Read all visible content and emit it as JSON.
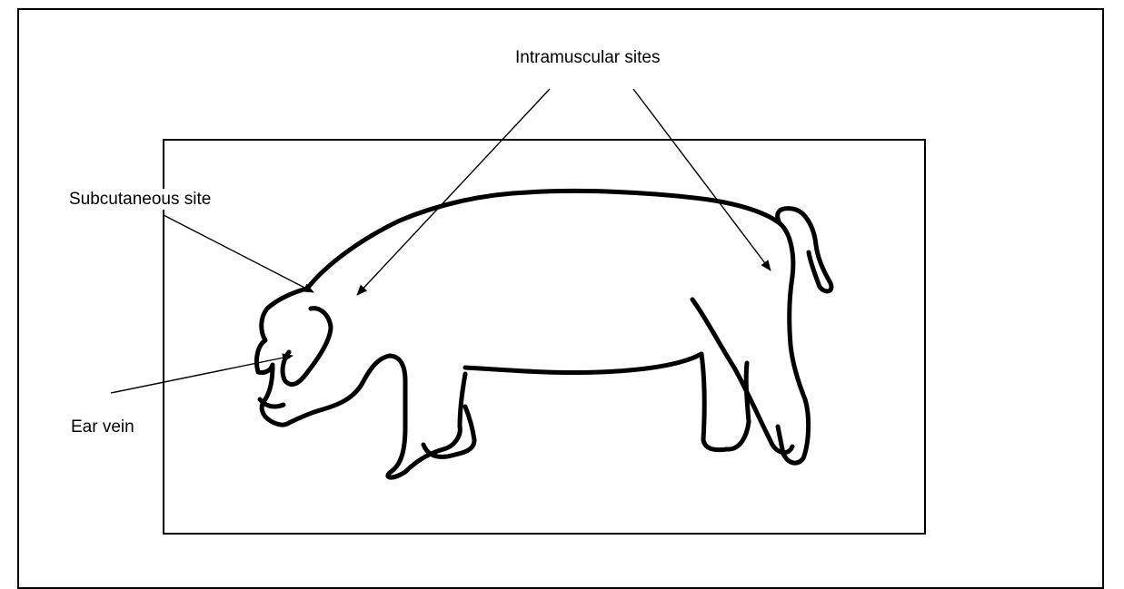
{
  "labels": {
    "intramuscular": "Intramuscular sites",
    "subcutaneous": "Subcutaneous site",
    "ear_vein": "Ear vein"
  },
  "colors": {
    "line": "#000000",
    "background": "#ffffff"
  }
}
